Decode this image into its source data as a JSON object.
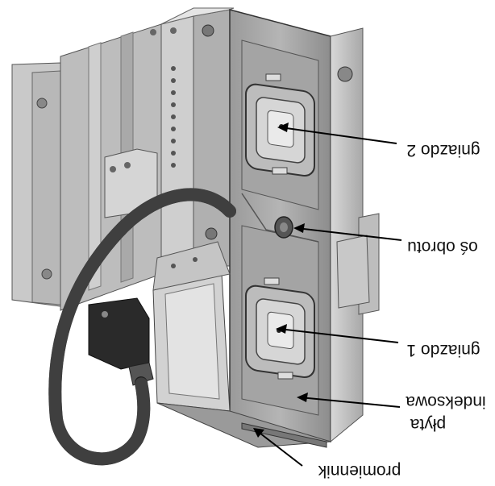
{
  "labels": {
    "gniazdo2": "gniazdo 2",
    "os_obrotu": "oś obrotu",
    "gniazdo1": "gniazdo 1",
    "plyta_line1": "płyta",
    "plyta_line2": "indeksowa",
    "promiennik": "promiennik"
  }
}
